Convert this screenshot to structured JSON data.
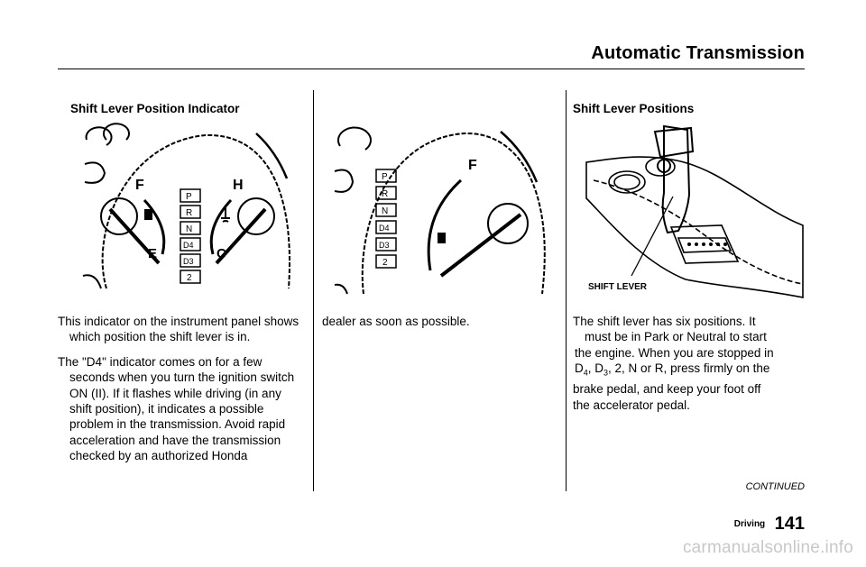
{
  "header": {
    "title": "Automatic Transmission"
  },
  "left": {
    "heading": "Shift Lever Position Indicator",
    "gauge": {
      "fuel_full": "F",
      "fuel_empty": "E",
      "temp_hot": "H",
      "temp_cold": "C",
      "indicators": [
        "P",
        "R",
        "N",
        "D4",
        "D3",
        "2"
      ]
    },
    "paragraphs": [
      "This indicator on the instrument panel shows which position the shift lever is in.",
      "The \"D4\" indicator comes on for a few seconds when you turn the ignition switch ON (II). If it flashes while driving (in any shift position), it indicates a possible problem in the transmission. Avoid rapid acceleration and have the transmission checked by an authorized Honda"
    ]
  },
  "middle": {
    "gauge": {
      "fuel_full": "F",
      "indicators": [
        "P",
        "R",
        "N",
        "D4",
        "D3",
        "2"
      ]
    },
    "paragraph": "dealer as soon as possible."
  },
  "right": {
    "heading": "Shift Lever Positions",
    "callout": "SHIFT LEVER",
    "para_l1": "The shift lever has six positions. It",
    "para_l2": "must be in Park or Neutral to start",
    "para_l3": "the engine. When you are stopped in",
    "para_l4_a": "D",
    "para_l4_a_sub": "4",
    "para_l4_b": ", D",
    "para_l4_b_sub": "3",
    "para_l4_c": ", 2, N or R, press firmly on the",
    "para_l5": "brake pedal, and keep your foot off",
    "para_l6": "the accelerator pedal.",
    "continued": "CONTINUED"
  },
  "footer": {
    "section": "Driving",
    "page": "141"
  },
  "watermark": "carmanualsonline.info"
}
